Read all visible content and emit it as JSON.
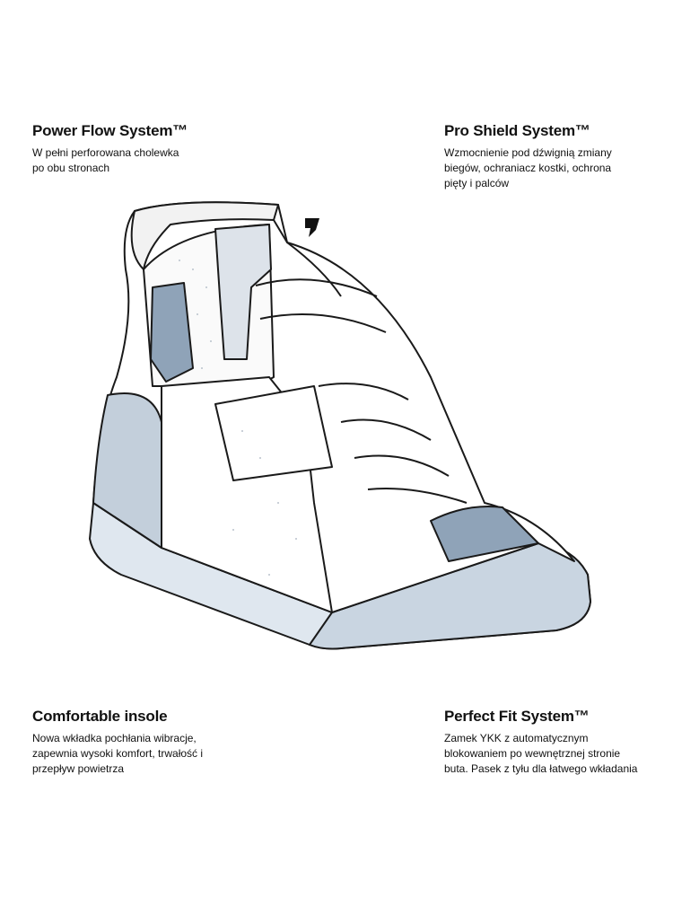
{
  "features": [
    {
      "title": "Power Flow System™",
      "lines": [
        "W pełni perforowana cholewka",
        "po obu stronach"
      ]
    },
    {
      "title": "Pro Shield System™",
      "lines": [
        "Wzmocnienie pod dźwignią zmiany",
        "biegów, ochraniacz kostki, ochrona",
        "pięty i palców"
      ]
    },
    {
      "title": "Comfortable insole",
      "lines": [
        "Nowa wkładka pochłania wibracje,",
        "zapewnia wysoki komfort, trwałość i",
        "przepływ powietrza"
      ]
    },
    {
      "title": "Perfect Fit System™",
      "lines": [
        "Zamek YKK z automatycznym",
        "blokowaniem po wewnętrznej stronie",
        "buta. Pasek z tyłu dla łatwego wkładania"
      ]
    }
  ],
  "colors": {
    "accent": "#8fa3b8",
    "sole": "#dfe7ef",
    "outline": "#1a1a1a"
  }
}
